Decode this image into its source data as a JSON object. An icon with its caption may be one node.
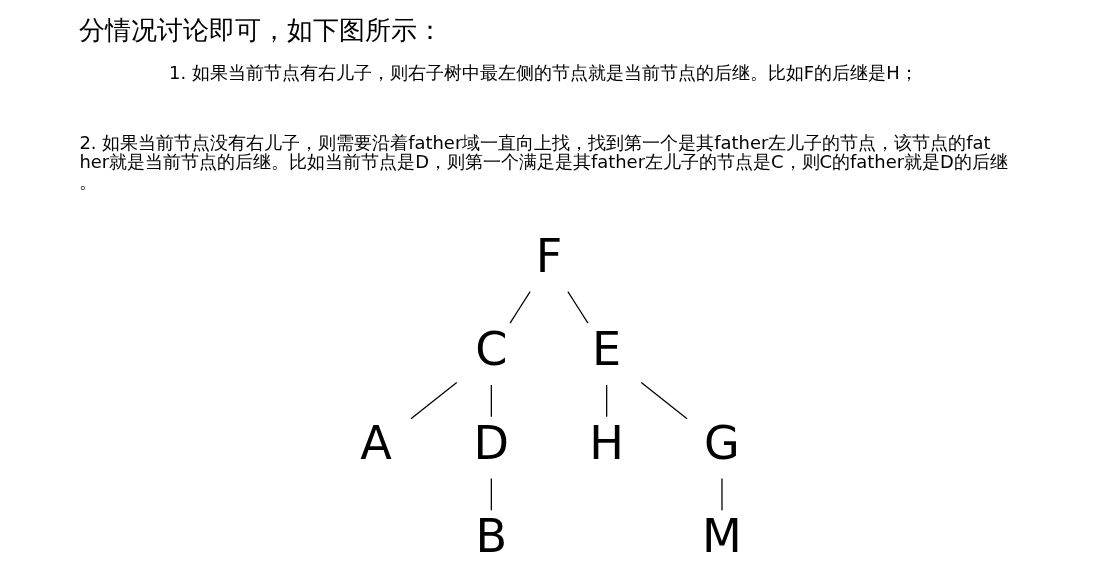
{
  "diagram": {
    "title": "分情况讨论即可，如下图所示：",
    "nodes": [
      {
        "text": [
          "F"
        ]
      },
      {
        "text": [
          "C"
        ]
      },
      {
        "text": [
          "E"
        ]
      },
      {
        "text": [
          "A"
        ]
      },
      {
        "text": [
          "D"
        ]
      },
      {
        "text": [
          "H"
        ]
      },
      {
        "text": [
          "G"
        ]
      },
      {
        "text": [
          "B"
        ]
      },
      {
        "text": [
          "M"
        ]
      }
    ],
    "edges": [
      {
        "from": 0,
        "to": 1,
        "arrow": "none"
      },
      {
        "from": 0,
        "to": 2,
        "arrow": "none"
      },
      {
        "from": 1,
        "to": 3,
        "arrow": "none"
      },
      {
        "from": 1,
        "to": 4,
        "arrow": "none"
      },
      {
        "from": 2,
        "to": 5,
        "arrow": "none"
      },
      {
        "from": 2,
        "to": 6,
        "arrow": "none"
      },
      {
        "from": 4,
        "to": 7,
        "arrow": "none"
      },
      {
        "from": 6,
        "to": 8,
        "arrow": "none"
      }
    ],
    "labels": [
      "1. 如果当前节点有右儿子，则右子树中最左侧的节点就是当前节点的后继。比如F的后继是H；",
      "2. 如果当前节点没有右儿子，则需要沿着father域一直向上找，找到第一个是其father左儿子的节点，该节点的father就是当前节点的后继。比如当前节点是D，则第一个满足是其father左儿子的节点是C，则C的father就是D的后继。"
    ]
  }
}
